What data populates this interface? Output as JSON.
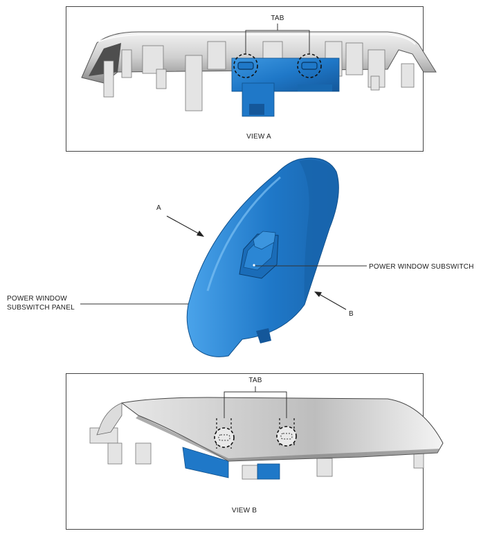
{
  "view_a": {
    "tab_label": "TAB",
    "caption": "VIEW A"
  },
  "main": {
    "arrow_a_label": "A",
    "arrow_b_label": "B",
    "subswitch_label": "POWER WINDOW SUBSWITCH",
    "panel_label_line1": "POWER WINDOW",
    "panel_label_line2": "SUBSWITCH PANEL"
  },
  "view_b": {
    "tab_label": "TAB",
    "caption": "VIEW B"
  },
  "colors": {
    "switch_blue": "#1f78c8",
    "switch_blue_dark": "#14579a",
    "trim_grey": "#c8c8c8",
    "trim_dark": "#6d6d6d"
  }
}
